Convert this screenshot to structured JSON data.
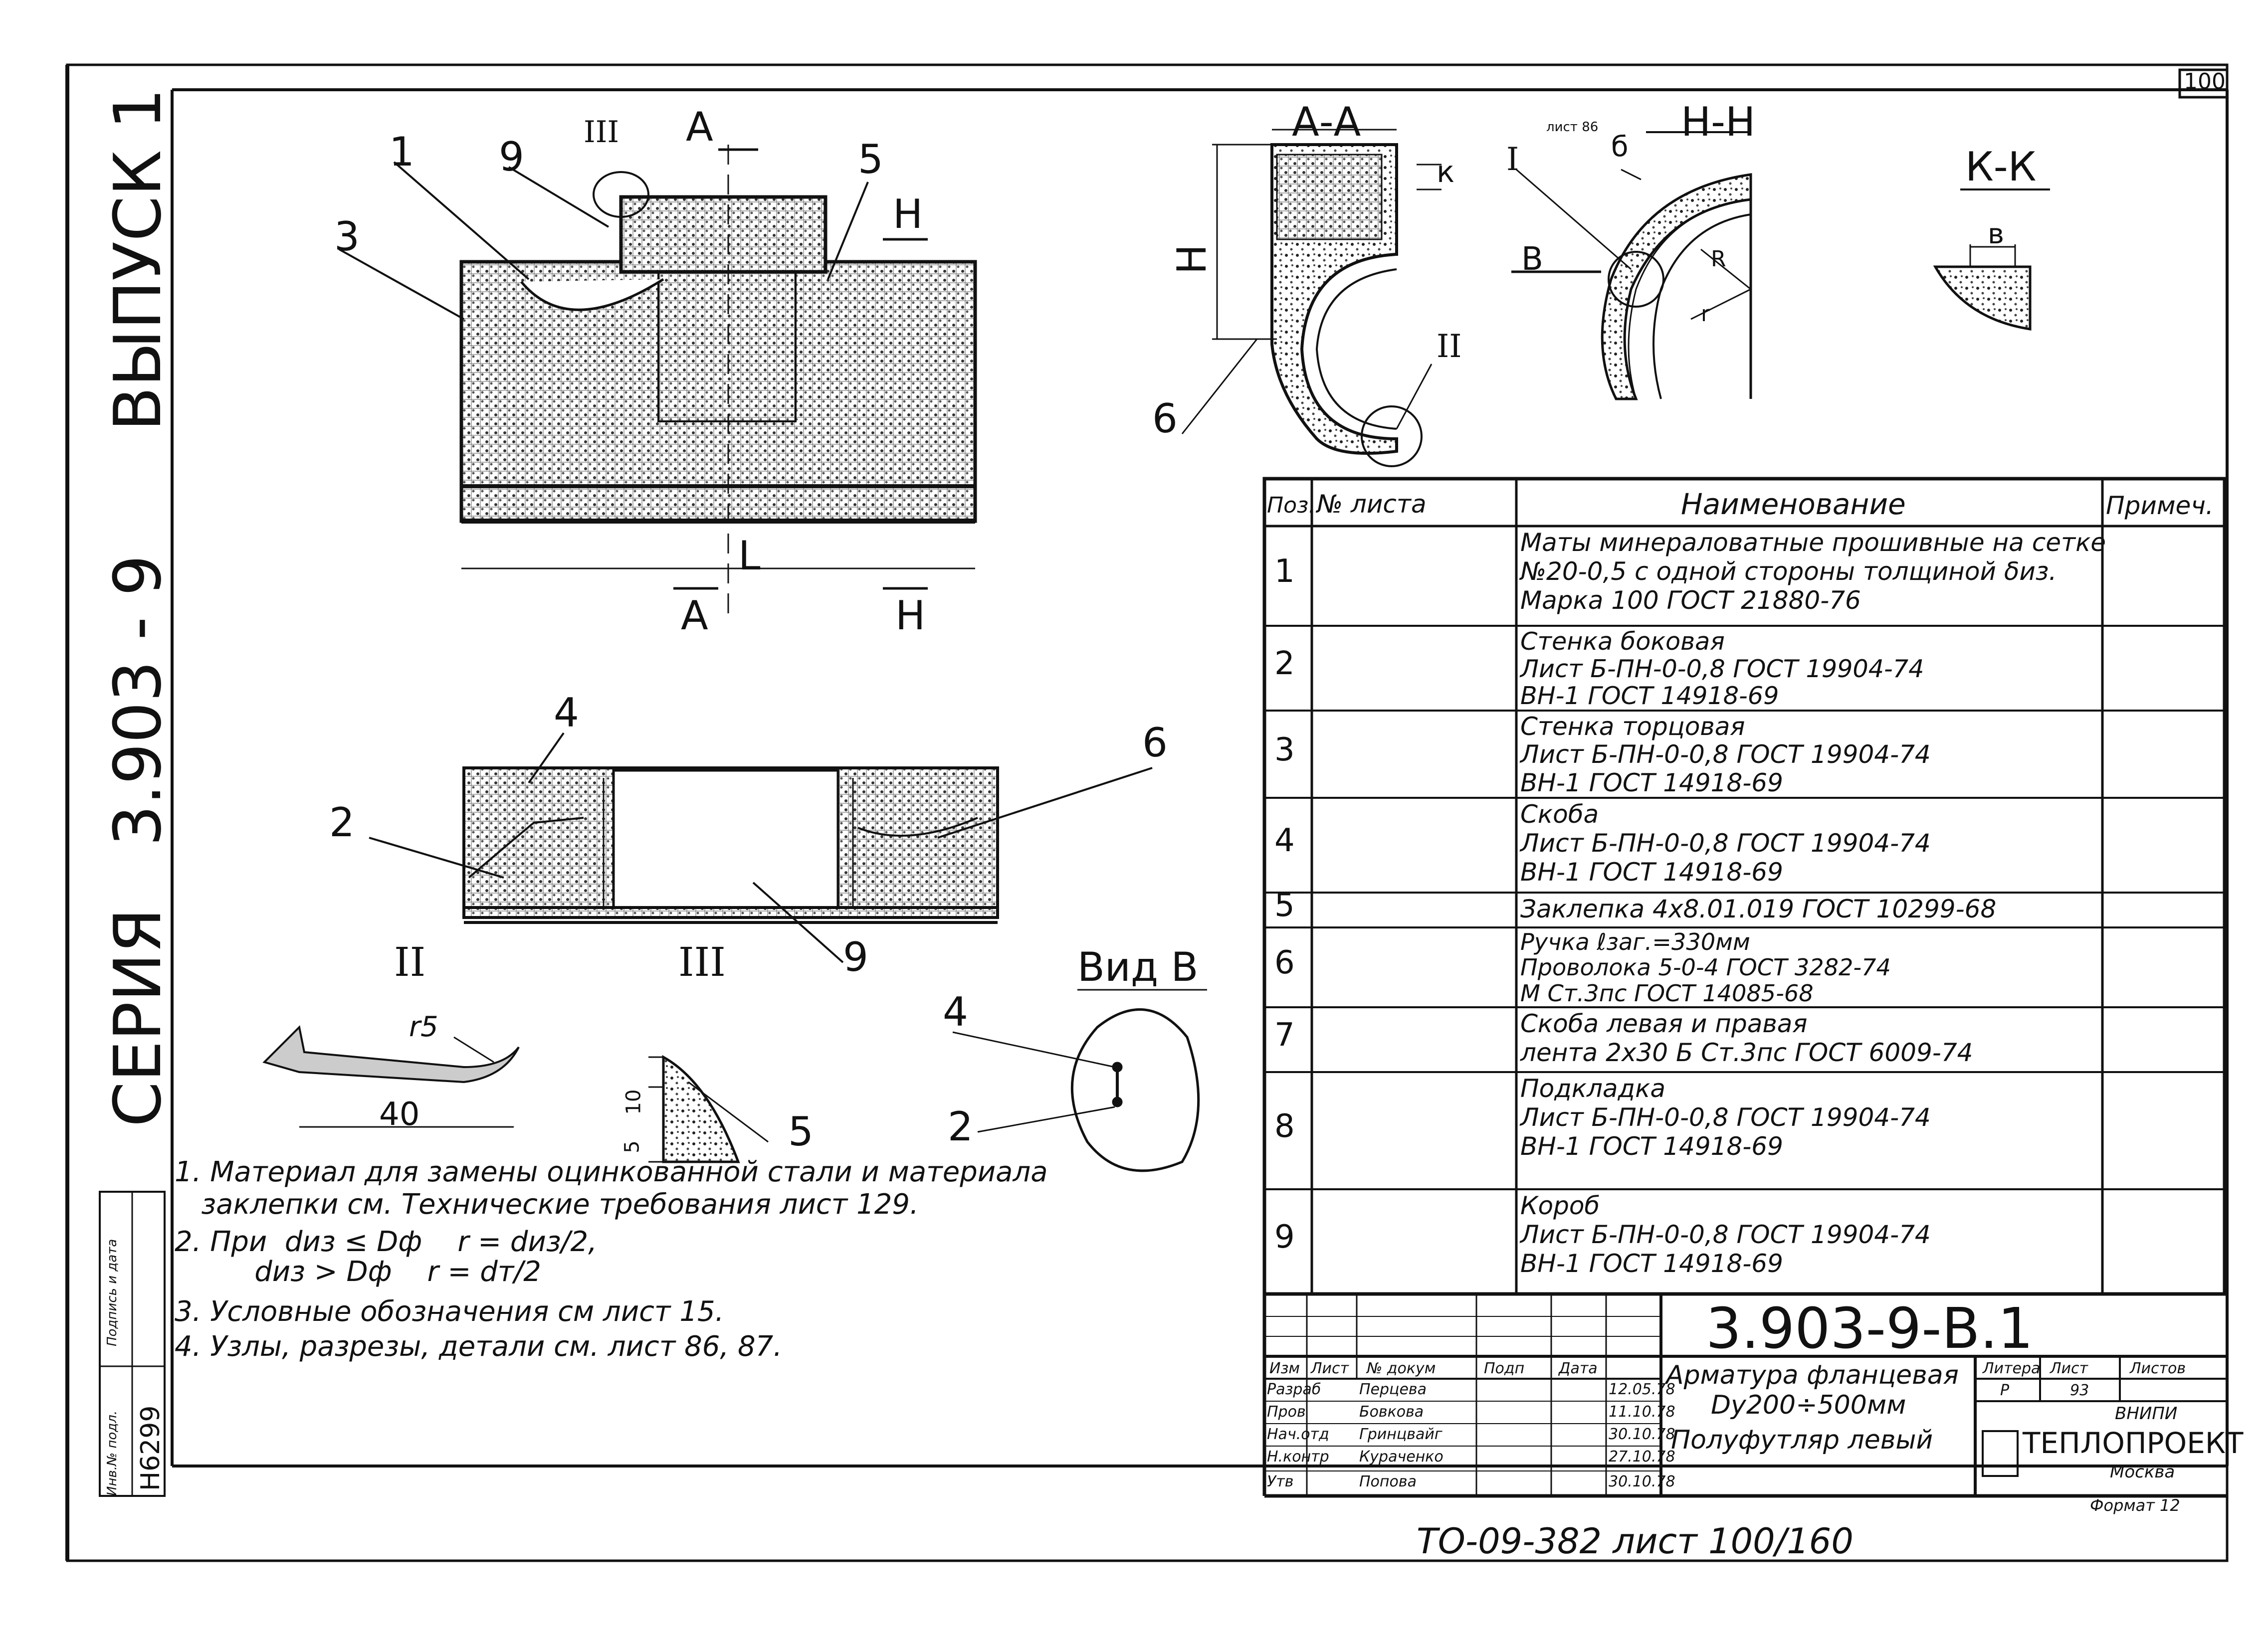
{
  "sheet": {
    "corner_number": "100",
    "side_series_1": "СЕРИЯ",
    "side_series_2": "3.903 - 9",
    "side_issue": "ВЫПУСК 1",
    "bottom_caption": "ТО-09-382 лист 100/160",
    "format": "Формат 12",
    "left_stamp_label_1": "Инв.№ подл.",
    "left_stamp_label_2": "Подпись и дата",
    "left_stamp_value": "Н6299"
  },
  "views": {
    "section_aa": "А-А",
    "section_hh": "Н-Н",
    "section_kk": "К-К",
    "view_b": "Вид В",
    "node_2": "II",
    "node_3": "III",
    "letter_a_top": "А",
    "letter_a_bottom": "А",
    "letter_h_top": "Н",
    "letter_h_bottom": "Н",
    "dim_l": "L",
    "dim_h": "Н",
    "dim_k": "к",
    "dim_b": "в",
    "dim_r": "R",
    "dim_r2": "r",
    "arrow_b": "В",
    "sheet_ref": "лист 86",
    "label_b_small": "б",
    "radius_5": "r5",
    "dim_40": "40",
    "dim_10": "10",
    "dim_5": "5",
    "node_ref_1": "I",
    "node_ref_2": "II",
    "node_ref_3": "III",
    "pos_1": "1",
    "pos_2a": "2",
    "pos_2b": "2",
    "pos_3": "3",
    "pos_4a": "4",
    "pos_4b": "4",
    "pos_5a": "5",
    "pos_5b": "5",
    "pos_6a": "6",
    "pos_6b": "6",
    "pos_9a": "9",
    "pos_9b": "9"
  },
  "spec": {
    "headers": [
      "Поз.",
      "№ листа",
      "Наименование",
      "Примеч."
    ],
    "rows": [
      {
        "pos": "1",
        "lines": [
          "Маты минераловатные прошивные на сетке",
          "№20-0,5 с одной стороны толщиной δиз.",
          "Марка 100   ГОСТ 21880-76"
        ]
      },
      {
        "pos": "2",
        "lines": [
          "Стенка боковая",
          "Лист Б-ПН-0-0,8 ГОСТ 19904-74",
          "ВН-1 ГОСТ 14918-69"
        ]
      },
      {
        "pos": "3",
        "lines": [
          "Стенка торцовая",
          "Лист Б-ПН-0-0,8 ГОСТ 19904-74",
          "ВН-1 ГОСТ 14918-69"
        ]
      },
      {
        "pos": "4",
        "lines": [
          "Скоба",
          "Лист  Б-ПН-0-0,8 ГОСТ 19904-74",
          "ВН-1 ГОСТ 14918-69"
        ]
      },
      {
        "pos": "5",
        "lines": [
          "Заклепка 4х8.01.019 ГОСТ 10299-68"
        ]
      },
      {
        "pos": "6",
        "lines": [
          "Ручка  ℓзаг.=330мм",
          "Проволока 5-0-4  ГОСТ 3282-74",
          "М Ст.3пс ГОСТ 14085-68"
        ]
      },
      {
        "pos": "7",
        "lines": [
          "Скоба левая и правая",
          "лента 2х30  Б Ст.3пс ГОСТ 6009-74"
        ]
      },
      {
        "pos": "8",
        "lines": [
          "Подкладка",
          "Лист Б-ПН-0-0,8 ГОСТ 19904-74",
          "ВН-1 ГОСТ 14918-69"
        ]
      },
      {
        "pos": "9",
        "lines": [
          "Короб",
          "Лист Б-ПН-0-0,8 ГОСТ 19904-74",
          "ВН-1 ГОСТ 14918-69"
        ]
      }
    ]
  },
  "notes": [
    "1. Материал для замены оцинкованной стали и материала",
    "   заклепки см. Технические требования лист 129.",
    "2. При  dиз ≤ Dф    r = dиз/2,",
    "         dиз > Dф    r = dт/2",
    "3. Условные обозначения см лист 15.",
    "4. Узлы, разрезы, детали см. лист 86, 87."
  ],
  "title_block": {
    "designation": "3.903-9-В.1",
    "title_lines": [
      "Арматура фланцевая",
      "Dу200÷500мм",
      "Полуфутляр левый"
    ],
    "cols": [
      "Изм",
      "Лист",
      "№ докум",
      "Подп",
      "Дата"
    ],
    "roles": [
      {
        "role": "Разраб",
        "name": "Перцева",
        "date": "12.05.78"
      },
      {
        "role": "Пров",
        "name": "Бовкова",
        "date": "11.10.78"
      },
      {
        "role": "Нач.отд",
        "name": "Гринцвайг",
        "date": "30.10.78"
      },
      {
        "role": "Н.контр",
        "name": "Кураченко",
        "date": "27.10.78"
      },
      {
        "role": "Утв",
        "name": "Попова",
        "date": "30.10.78"
      }
    ],
    "litera_label": "Литера",
    "sheet_label": "Лист",
    "sheets_label": "Листов",
    "litera": "Р",
    "sheet_num": "93",
    "org_1": "ВНИПИ",
    "org_2": "ТЕПЛОПРОЕКТ",
    "org_3": "Москва"
  },
  "colors": {
    "ink": "#111111",
    "paper": "#ffffff",
    "hatch": "#555555"
  }
}
